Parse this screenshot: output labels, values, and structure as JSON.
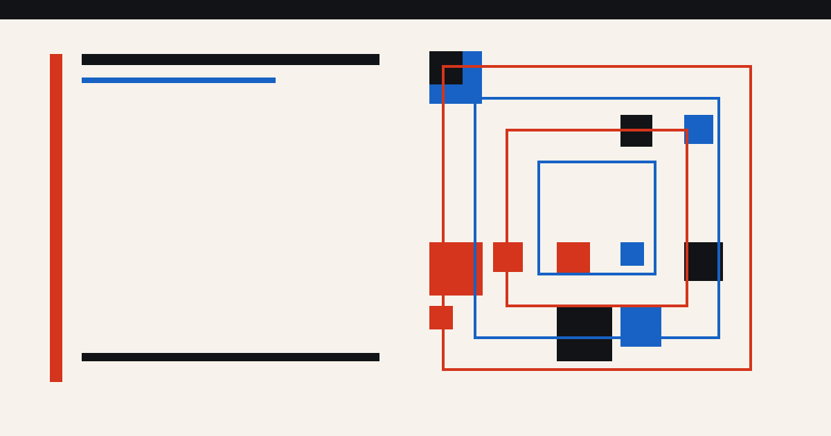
{
  "colors": {
    "page_background": "#f7f3ec",
    "top_bar": "#121316",
    "red": "#d4351c",
    "blue": "#1762c4",
    "black": "#121316"
  },
  "left_panel": {
    "accent_bar": {
      "color": "red"
    },
    "lines": [
      {
        "name": "heading-placeholder-line",
        "color": "black"
      },
      {
        "name": "subheading-placeholder-line",
        "color": "blue"
      },
      {
        "name": "footer-placeholder-line",
        "color": "black"
      }
    ]
  },
  "composition": {
    "square_frames": [
      {
        "name": "outer-red-square-frame",
        "color": "red"
      },
      {
        "name": "outer-blue-square-frame",
        "color": "blue"
      },
      {
        "name": "inner-red-square-frame",
        "color": "red"
      },
      {
        "name": "inner-blue-square-frame",
        "color": "blue"
      }
    ],
    "blocks": [
      {
        "name": "top-left-blue-block",
        "color": "blue"
      },
      {
        "name": "top-left-black-block",
        "color": "black"
      },
      {
        "name": "upper-black-block",
        "color": "black"
      },
      {
        "name": "upper-blue-block",
        "color": "blue"
      },
      {
        "name": "middle-red-block-large",
        "color": "red"
      },
      {
        "name": "middle-red-block-small",
        "color": "red"
      },
      {
        "name": "middle-red-block-center",
        "color": "red"
      },
      {
        "name": "middle-blue-block",
        "color": "blue"
      },
      {
        "name": "middle-black-block",
        "color": "black"
      },
      {
        "name": "lower-red-block",
        "color": "red"
      },
      {
        "name": "lower-black-block",
        "color": "black"
      },
      {
        "name": "lower-blue-block",
        "color": "blue"
      }
    ]
  }
}
